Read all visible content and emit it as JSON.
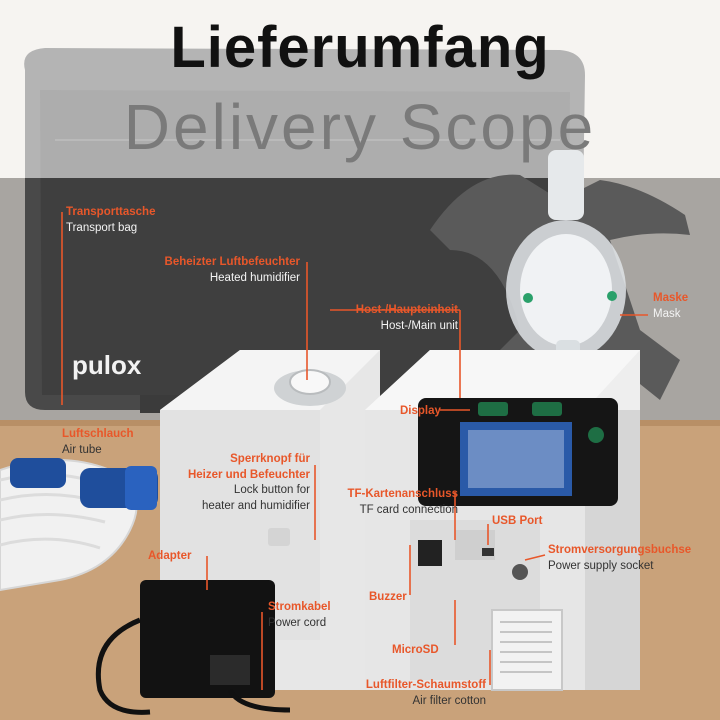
{
  "title": {
    "de": "Lieferumfang",
    "en": "Delivery Scope"
  },
  "brand": "pulox",
  "device_brand": "pulox",
  "labels": {
    "transport_bag": {
      "de": "Transporttasche",
      "en": "Transport bag"
    },
    "humidifier": {
      "de": "Beheizter Luftbefeuchter",
      "en": "Heated humidifier"
    },
    "host_unit": {
      "de": "Host-/Haupteinheit",
      "en": "Host-/Main unit"
    },
    "mask": {
      "de": "Maske",
      "en": "Mask"
    },
    "air_tube": {
      "de": "Luftschlauch",
      "en": "Air tube"
    },
    "lock_button": {
      "de1": "Sperrknopf für",
      "de2": "Heizer und Befeuchter",
      "en1": "Lock button for",
      "en2": "heater and humidifier"
    },
    "display": {
      "de": "Display"
    },
    "tf_card": {
      "de": "TF-Kartenanschluss",
      "en": "TF card connection"
    },
    "usb_port": {
      "de": "USB Port"
    },
    "power_socket": {
      "de": "Stromversorgungsbuchse",
      "en": "Power supply socket"
    },
    "adapter": {
      "de": "Adapter"
    },
    "power_cord": {
      "de": "Stromkabel",
      "en": "Power cord"
    },
    "buzzer": {
      "de": "Buzzer"
    },
    "microsd": {
      "de": "MicroSD"
    },
    "air_filter": {
      "de": "Luftfilter-Schaumstoff",
      "en": "Air filter cotton"
    }
  },
  "colors": {
    "accent": "#e8572a",
    "bag": "#505050",
    "device": "#ededed",
    "table": "#c9a27a"
  }
}
